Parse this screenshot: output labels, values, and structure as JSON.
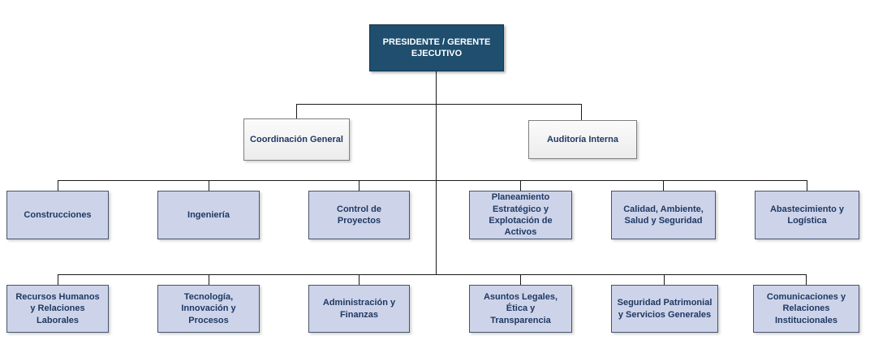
{
  "org_chart": {
    "root": {
      "label": "PRESIDENTE / GERENTE EJECUTIVO"
    },
    "staff": [
      {
        "label": "Coordinación General"
      },
      {
        "label": "Auditoría Interna"
      }
    ],
    "row1": [
      {
        "label": "Construcciones"
      },
      {
        "label": "Ingeniería"
      },
      {
        "label": "Control de Proyectos"
      },
      {
        "label": "Planeamiento Estratégico y Explotación de Activos"
      },
      {
        "label": "Calidad, Ambiente, Salud y Seguridad"
      },
      {
        "label": "Abastecimiento y Logística"
      }
    ],
    "row2": [
      {
        "label": "Recursos Humanos y Relaciones Laborales"
      },
      {
        "label": "Tecnología, Innovación y Procesos"
      },
      {
        "label": "Administración y Finanzas"
      },
      {
        "label": "Asuntos Legales, Ética y Transparencia"
      },
      {
        "label": "Seguridad Patrimonial y Servicios Generales"
      },
      {
        "label": "Comunicaciones y Relaciones Institucionales"
      }
    ],
    "colors": {
      "root_bg": "#1F4E6E",
      "root_text": "#FFFFFF",
      "staff_border": "#7F7F7F",
      "dept_bg": "#CDD4E9",
      "dept_border": "#44546A",
      "text": "#1F3864",
      "line": "#1A1A1A"
    }
  }
}
